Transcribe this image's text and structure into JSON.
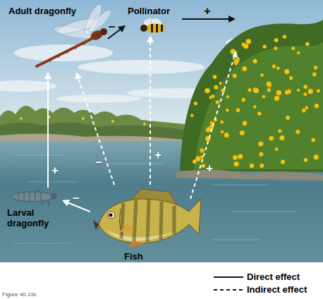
{
  "diagram": {
    "nodes": [
      {
        "text": [
          "Adult dragonfly"
        ]
      },
      {
        "text": [
          "Pollinator"
        ]
      },
      {
        "text": [
          "Larval dragonfly"
        ]
      },
      {
        "text": [
          "Fish"
        ]
      }
    ],
    "edges": [
      {
        "from": 3,
        "to": 2,
        "arrow": "to",
        "label": "−"
      },
      {
        "from": 2,
        "to": 0,
        "arrow": "to",
        "label": "+"
      },
      {
        "from": 0,
        "to": 1,
        "arrow": "to",
        "label": "−"
      },
      {
        "from": 3,
        "to": 0,
        "arrow": "to",
        "label": "−"
      },
      {
        "from": 3,
        "to": 1,
        "arrow": "to",
        "label": "+"
      }
    ],
    "labels": [
      "+",
      "+",
      "Figure 40.19c"
    ],
    "legend": [
      {
        "text": "Direct effect"
      },
      {
        "text": "Indirect effect"
      }
    ]
  }
}
